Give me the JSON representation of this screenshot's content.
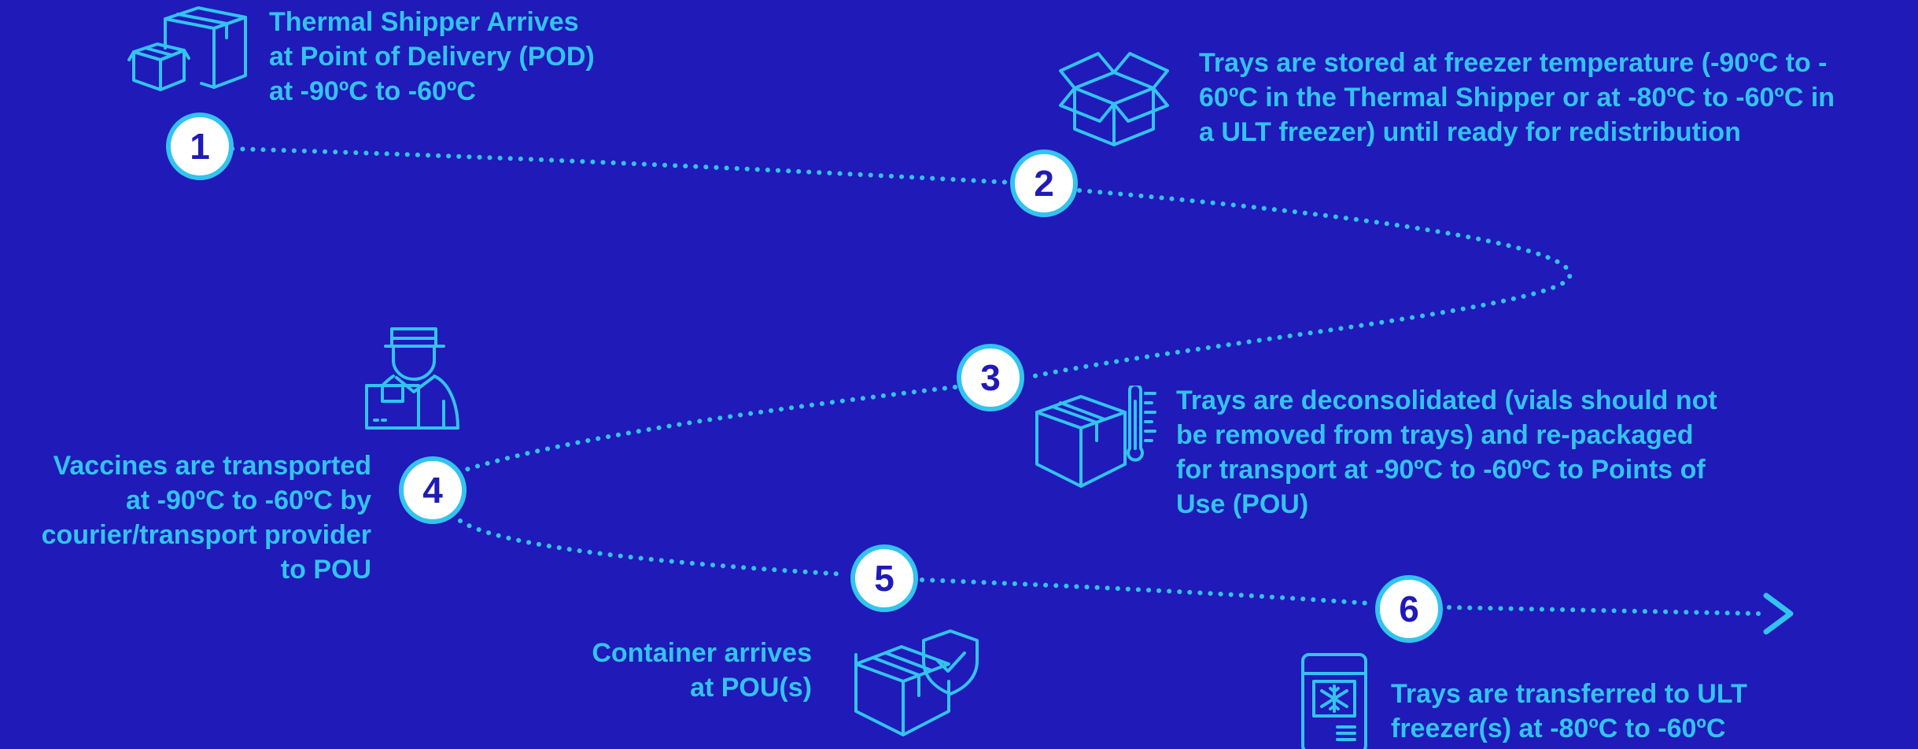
{
  "colors": {
    "background": "#1f1ab8",
    "accent": "#33c3ef",
    "circle_fill": "#ffffff",
    "circle_text": "#1f1ab8"
  },
  "steps": [
    {
      "number": "1",
      "icon": "thermal-shipper-boxes-icon",
      "caption_lines": [
        "Thermal Shipper Arrives",
        "at Point of Delivery (POD)",
        "at -90ºC to -60ºC"
      ]
    },
    {
      "number": "2",
      "icon": "open-box-icon",
      "caption_lines": [
        "Trays are stored at freezer temperature (-90ºC to -",
        "60ºC in the Thermal Shipper or at -80ºC to -60ºC in",
        "a ULT freezer) until ready for redistribution"
      ]
    },
    {
      "number": "3",
      "icon": "box-thermometer-icon",
      "caption_lines": [
        "Trays are deconsolidated (vials should not",
        "be removed from trays) and re-packaged",
        "for transport at -90ºC to -60ºC to Points of",
        "Use (POU)"
      ]
    },
    {
      "number": "4",
      "icon": "courier-with-package-icon",
      "caption_lines": [
        "Vaccines are transported",
        "at -90ºC to -60ºC by",
        "courier/transport provider",
        "to POU"
      ]
    },
    {
      "number": "5",
      "icon": "box-with-shield-icon",
      "caption_lines": [
        "Container arrives",
        "at POU(s)"
      ]
    },
    {
      "number": "6",
      "icon": "ult-freezer-icon",
      "caption_lines": [
        "Trays are transferred to ULT",
        "freezer(s) at -80ºC to -60ºC"
      ]
    }
  ],
  "path_end_icon": "arrow-right-icon"
}
